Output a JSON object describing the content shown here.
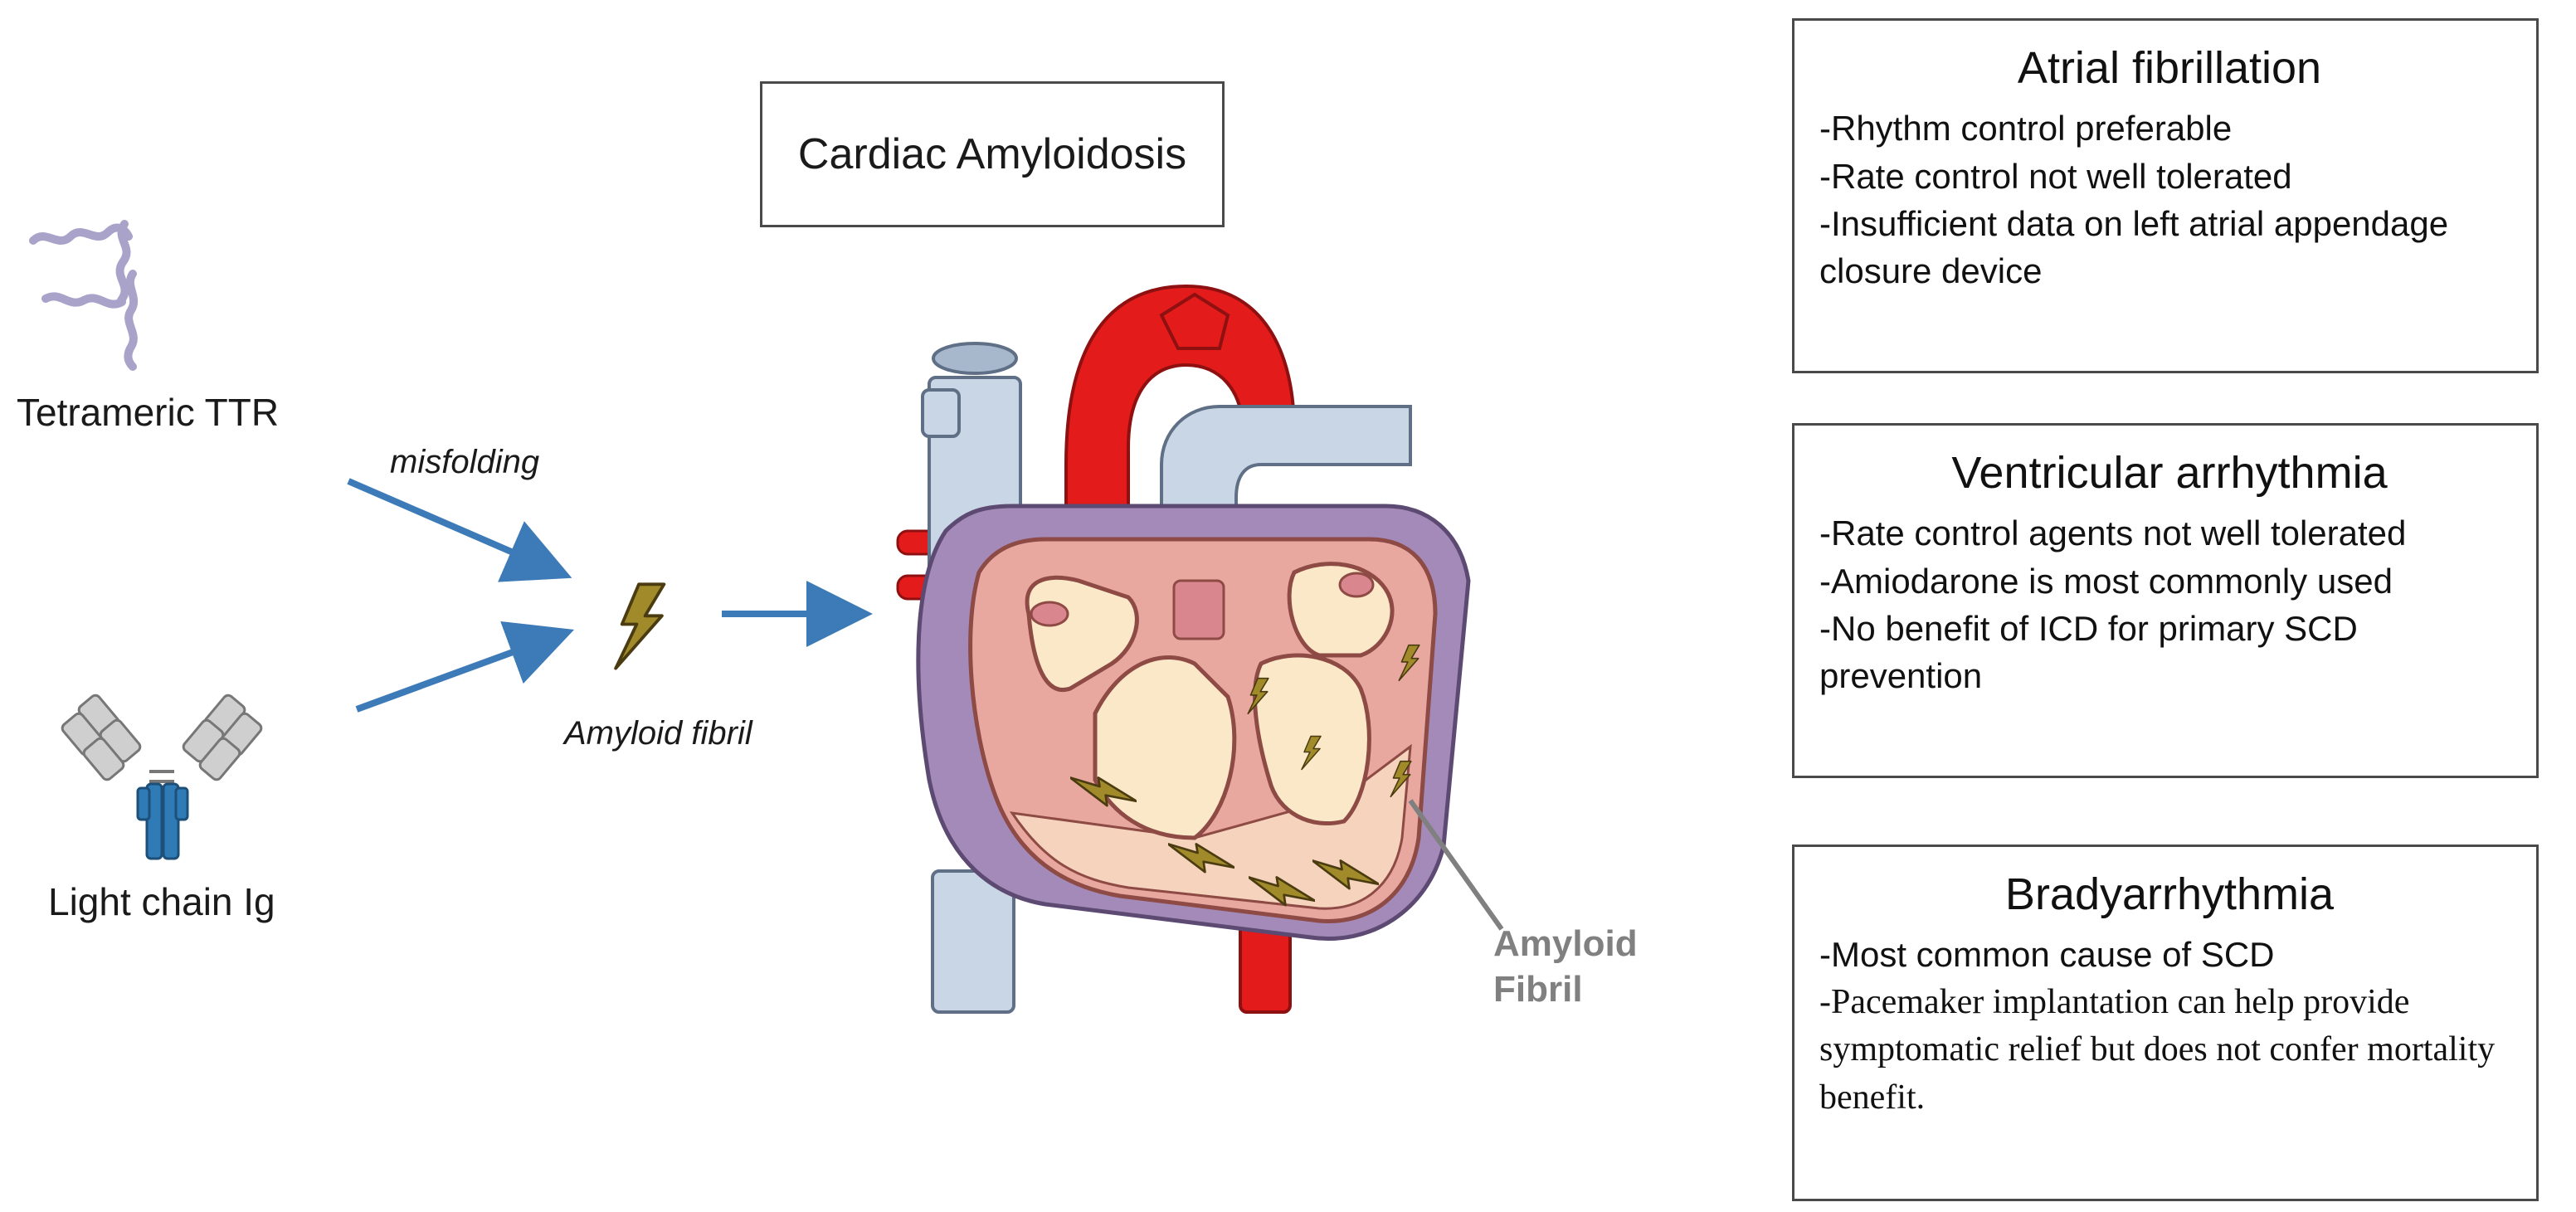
{
  "title": "Cardiac Amyloidosis",
  "left": {
    "ttr_label": "Tetrameric TTR",
    "misfolding_label": "misfolding",
    "light_chain_label": "Light chain Ig",
    "fibril_label": "Amyloid fibril"
  },
  "heart": {
    "callout_line1": "Amyloid",
    "callout_line2": "Fibril"
  },
  "boxes": {
    "af": {
      "title": "Atrial fibrillation",
      "items": [
        "-Rhythm control preferable",
        "-Rate control not well tolerated",
        "-Insufficient data on left atrial appendage closure device"
      ]
    },
    "va": {
      "title": "Ventricular arrhythmia",
      "items": [
        "-Rate control agents not well tolerated",
        "-Amiodarone is most commonly used",
        "-No benefit of ICD for primary SCD prevention"
      ]
    },
    "br": {
      "title": "Bradyarrhythmia",
      "items": [
        "-Most common cause of SCD",
        "-Pacemaker implantation can help provide symptomatic relief but does not confer mortality benefit."
      ]
    }
  },
  "colors": {
    "arrow": "#3d7ab8",
    "bolt_fill": "#a08a2a",
    "aorta": "#e31b1b",
    "vein": "#c9d6e6",
    "myocardium": "#e8a8a0",
    "chamber": "#fbe8c8",
    "pericardium": "#a48ab8",
    "ttr_strand": "#a9a2c9",
    "antibody_heavy": "#2f7bb5",
    "antibody_light": "#cfcfcf"
  },
  "icons": [
    "ttr-strand-icon",
    "antibody-icon",
    "amyloid-bolt-icon",
    "heart-illustration"
  ]
}
